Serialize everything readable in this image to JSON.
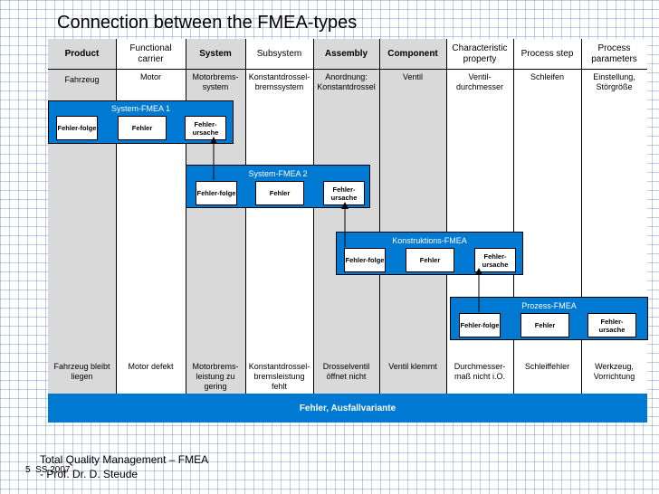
{
  "title": "Connection between the FMEA-types",
  "columns": [
    {
      "header": "Product",
      "bold": true,
      "example": "Fahrzeug",
      "failure": "Fahrzeug bleibt liegen"
    },
    {
      "header": "Functional carrier",
      "bold": false,
      "example": "Motor",
      "failure": "Motor defekt"
    },
    {
      "header": "System",
      "bold": true,
      "example": "Motorbrems-system",
      "failure": "Motorbrems-leistung zu gering"
    },
    {
      "header": "Subsystem",
      "bold": false,
      "example": "Konstantdrossel-bremssystem",
      "failure": "Konstantdrossel-bremsleistung fehlt"
    },
    {
      "header": "Assembly",
      "bold": true,
      "example": "Anordnung: Konstantdrossel",
      "failure": "Drosselventil öffnet nicht"
    },
    {
      "header": "Component",
      "bold": true,
      "example": "Ventil",
      "failure": "Ventil klemmt"
    },
    {
      "header": "Characteristic property",
      "bold": false,
      "example": "Ventil-durchmesser",
      "failure": "Durchmesser-maß nicht i.O."
    },
    {
      "header": "Process step",
      "bold": false,
      "example": "Schleifen",
      "failure": "Schleiffehler"
    },
    {
      "header": "Process parameters",
      "bold": false,
      "example": "Einstellung, Störgröße",
      "failure": "Werkzeug, Vorrichtung"
    }
  ],
  "fmea_boxes": [
    {
      "title": "System-FMEA 1",
      "folge": "Fehler-folge",
      "fehler": "Fehler",
      "ursache": "Fehler-ursache"
    },
    {
      "title": "System-FMEA 2",
      "folge": "Fehler-folge",
      "fehler": "Fehler",
      "ursache": "Fehler-ursache"
    },
    {
      "title": "Konstruktions-FMEA",
      "folge": "Fehler-folge",
      "fehler": "Fehler",
      "ursache": "Fehler-ursache"
    },
    {
      "title": "Prozess-FMEA",
      "folge": "Fehler-folge",
      "fehler": "Fehler",
      "ursache": "Fehler-ursache"
    }
  ],
  "bottom_bar": "Fehler, Ausfallvariante",
  "footer": {
    "page": "5",
    "semester": "SS 2007",
    "text": "Total Quality Management – FMEA - Prof. Dr. D. Steude"
  },
  "colors": {
    "fmea_blue": "#0079d3",
    "band_gray": "#d9d9d9"
  }
}
